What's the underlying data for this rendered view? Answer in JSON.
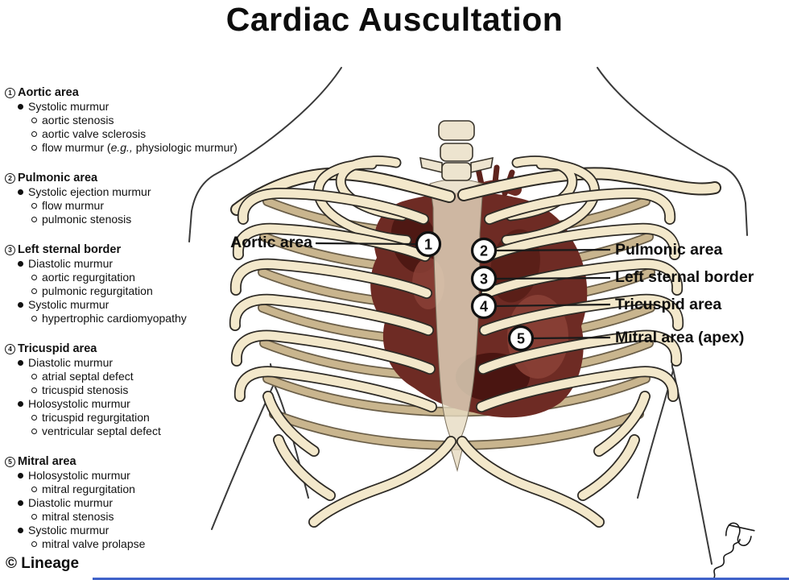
{
  "title": "Cardiac Auscultation",
  "copyright": "© Lineage",
  "legend": {
    "sections": [
      {
        "number": "1",
        "name": "Aortic area",
        "items": [
          {
            "level": 1,
            "text": "Systolic murmur"
          },
          {
            "level": 2,
            "text": "aortic stenosis"
          },
          {
            "level": 2,
            "text": "aortic valve sclerosis"
          },
          {
            "level": 2,
            "text": "flow murmur (e.g., physiologic murmur)"
          }
        ]
      },
      {
        "number": "2",
        "name": "Pulmonic area",
        "items": [
          {
            "level": 1,
            "text": "Systolic ejection murmur"
          },
          {
            "level": 2,
            "text": "flow murmur"
          },
          {
            "level": 2,
            "text": "pulmonic stenosis"
          }
        ]
      },
      {
        "number": "3",
        "name": "Left sternal border",
        "items": [
          {
            "level": 1,
            "text": "Diastolic murmur"
          },
          {
            "level": 2,
            "text": "aortic regurgitation"
          },
          {
            "level": 2,
            "text": "pulmonic regurgitation"
          },
          {
            "level": 1,
            "text": "Systolic murmur"
          },
          {
            "level": 2,
            "text": "hypertrophic cardiomyopathy"
          }
        ]
      },
      {
        "number": "4",
        "name": "Tricuspid area",
        "items": [
          {
            "level": 1,
            "text": "Diastolic murmur"
          },
          {
            "level": 2,
            "text": "atrial septal defect"
          },
          {
            "level": 2,
            "text": "tricuspid stenosis"
          },
          {
            "level": 1,
            "text": "Holosystolic murmur"
          },
          {
            "level": 2,
            "text": "tricuspid regurgitation"
          },
          {
            "level": 2,
            "text": "ventricular septal defect"
          }
        ]
      },
      {
        "number": "5",
        "name": "Mitral area",
        "items": [
          {
            "level": 1,
            "text": "Holosystolic murmur"
          },
          {
            "level": 2,
            "text": "mitral regurgitation"
          },
          {
            "level": 1,
            "text": "Diastolic murmur"
          },
          {
            "level": 2,
            "text": "mitral stenosis"
          },
          {
            "level": 1,
            "text": "Systolic murmur"
          },
          {
            "level": 2,
            "text": "mitral valve prolapse"
          }
        ]
      }
    ]
  },
  "diagram": {
    "markers": [
      {
        "number": "1",
        "label": "Aortic area",
        "side": "left"
      },
      {
        "number": "2",
        "label": "Pulmonic area",
        "side": "right"
      },
      {
        "number": "3",
        "label": "Left sternal border",
        "side": "right"
      },
      {
        "number": "4",
        "label": "Tricuspid area",
        "side": "right"
      },
      {
        "number": "5",
        "label": "Mitral area (apex)",
        "side": "right"
      }
    ]
  },
  "colors": {
    "rib_light": "#F3E8CB",
    "rib_shadow": "#C9B58E",
    "sternum": "#E6DBC2",
    "heart_dark": "#4E1813",
    "heart_mid": "#6E2B24",
    "heart_light": "#8A4036",
    "outline": "#2E2B26",
    "text": "#111111",
    "bottom_rule_blue": "#3f62c9"
  }
}
